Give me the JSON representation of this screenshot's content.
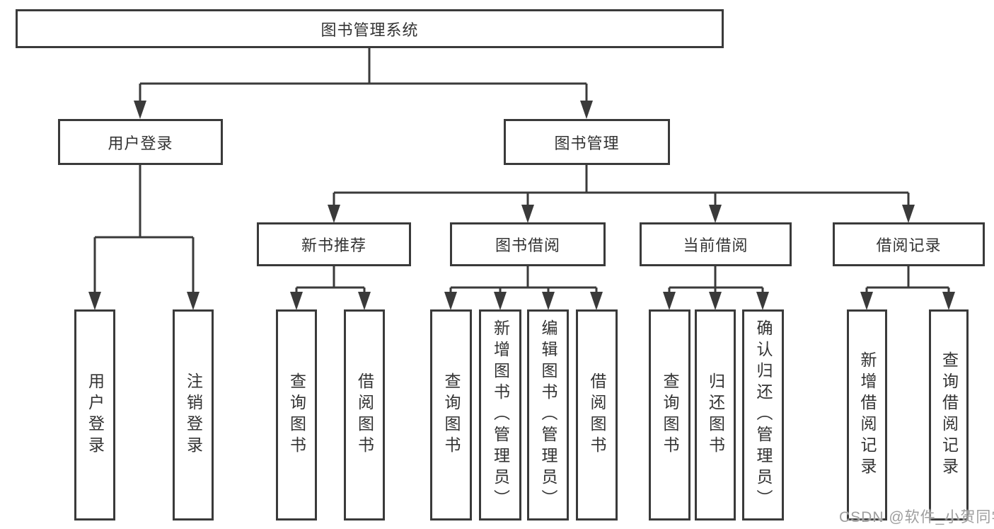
{
  "colors": {
    "line": "#3a3a3a",
    "box_border": "#3a3a3a",
    "box_background": "#ffffff",
    "text": "#333333",
    "watermark": "#9e9e9e"
  },
  "diagram": {
    "root": {
      "label": "图书管理系统"
    },
    "branches": [
      {
        "label": "用户登录"
      },
      {
        "label": "图书管理"
      }
    ],
    "sections": [
      {
        "label": "新书推荐"
      },
      {
        "label": "图书借阅"
      },
      {
        "label": "当前借阅"
      },
      {
        "label": "借阅记录"
      }
    ],
    "leaves": [
      {
        "label": "用户登录"
      },
      {
        "label": "注销登录"
      },
      {
        "label": "查询图书"
      },
      {
        "label": "借阅图书"
      },
      {
        "label": "查询图书"
      },
      {
        "label": "新增图书（管理员）"
      },
      {
        "label": "编辑图书（管理员）"
      },
      {
        "label": "借阅图书"
      },
      {
        "label": "查询图书"
      },
      {
        "label": "归还图书"
      },
      {
        "label": "确认归还（管理员）"
      },
      {
        "label": "新增借阅记录"
      },
      {
        "label": "查询借阅记录"
      }
    ]
  },
  "watermark": {
    "text": "CSDN @软件_小贺同学"
  }
}
